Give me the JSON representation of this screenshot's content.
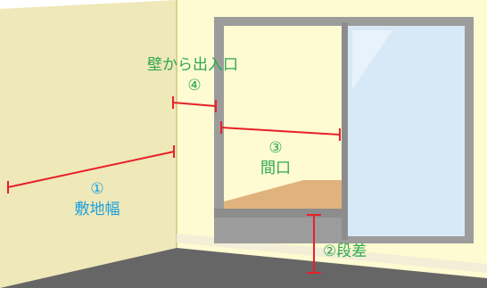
{
  "labels": {
    "width": {
      "number": "①",
      "text": "敷地幅"
    },
    "step": {
      "text": "②段差"
    },
    "opening": {
      "number": "③",
      "text": "間口"
    },
    "wall_to_entrance": {
      "text": "壁から出入口",
      "number": "④"
    }
  },
  "colors": {
    "measure_line": "#e8202a",
    "label_blue": "#1aa0e0",
    "label_green": "#2fa84f",
    "left_wall": "#efe8b8",
    "back_wall": "#fefad2",
    "floor": "#666666",
    "window_frame": "#9c9c9c",
    "glass": "#d7e9f6",
    "floor_seen_through_window": "#e0b27d"
  }
}
